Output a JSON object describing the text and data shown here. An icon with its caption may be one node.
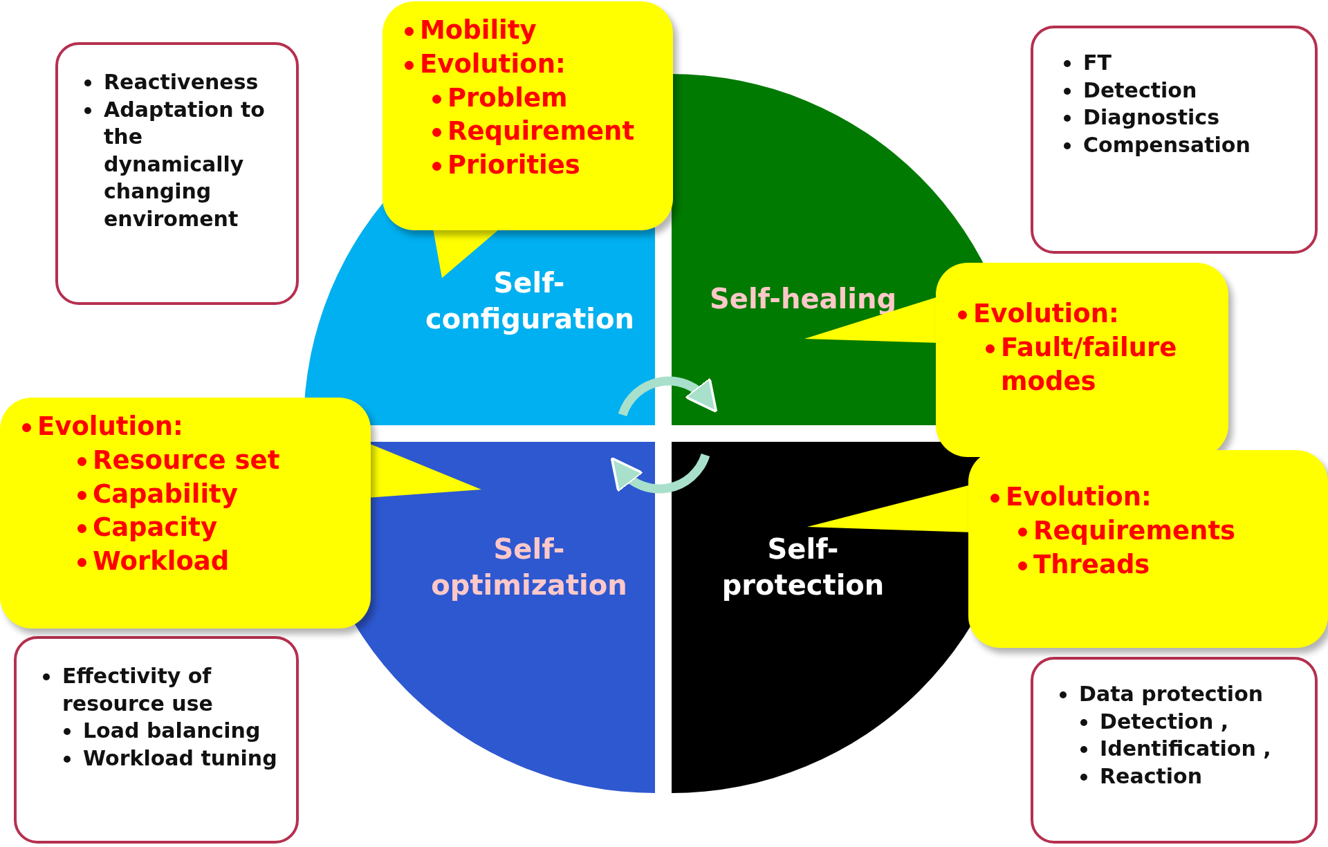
{
  "diagram": {
    "nodes": [
      {
        "text": [
          "Reactiveness",
          "Adaptation to the dynamically changing enviroment"
        ]
      },
      {
        "text": [
          "FT",
          "Detection",
          "Diagnostics",
          "Compensation"
        ]
      },
      {
        "text": [
          "Effectivity of resource use",
          "Load balancing",
          "Workload tuning"
        ]
      },
      {
        "text": [
          "Data protection",
          "Detection ,",
          "Identification ,",
          "Reaction"
        ]
      },
      {
        "text": [
          "Self- configuration"
        ]
      },
      {
        "text": [
          "Self-healing"
        ]
      },
      {
        "text": [
          "Self- optimization"
        ]
      },
      {
        "text": [
          "Self- protection"
        ]
      },
      {
        "text": [
          "Mobility",
          "Evolution:",
          "Problem",
          "Requirement",
          "Priorities"
        ]
      },
      {
        "text": [
          "Evolution:",
          "Fault/failure modes"
        ]
      },
      {
        "text": [
          "Evolution:",
          "Resource set",
          "Capability",
          "Capacity",
          "Workload"
        ]
      },
      {
        "text": [
          "Evolution:",
          "Requirements",
          "Threads"
        ]
      }
    ],
    "edges": [
      {
        "from": 8,
        "to": 4,
        "arrow": "to"
      },
      {
        "from": 9,
        "to": 5,
        "arrow": "to"
      },
      {
        "from": 10,
        "to": 6,
        "arrow": "to"
      },
      {
        "from": 11,
        "to": 7,
        "arrow": "to"
      },
      {
        "from": 4,
        "to": 5,
        "arrow": "to",
        "color": "#a8e0cc"
      },
      {
        "from": 7,
        "to": 6,
        "arrow": "to",
        "color": "#a8e0cc"
      }
    ]
  }
}
